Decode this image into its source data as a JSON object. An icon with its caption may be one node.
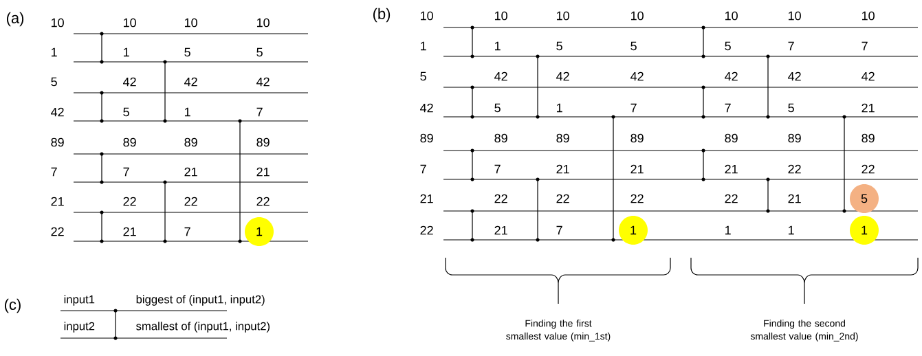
{
  "diagram": {
    "nodes": [
      {
        "text": [
          "1"
        ]
      },
      {
        "text": [
          "5"
        ]
      },
      {
        "text": [
          "1"
        ]
      },
      {
        "text": [
          "1"
        ]
      }
    ],
    "labels": [
      "(a)",
      "10",
      "10",
      "10",
      "10",
      "1",
      "1",
      "5",
      "5",
      "5",
      "42",
      "42",
      "42",
      "42",
      "5",
      "1",
      "7",
      "89",
      "89",
      "89",
      "89",
      "7",
      "7",
      "21",
      "21",
      "21",
      "22",
      "22",
      "22",
      "22",
      "21",
      "7",
      "(b)",
      "10",
      "10",
      "10",
      "10",
      "10",
      "10",
      "10",
      "1",
      "1",
      "5",
      "5",
      "5",
      "7",
      "7",
      "5",
      "42",
      "42",
      "42",
      "42",
      "42",
      "42",
      "42",
      "5",
      "1",
      "7",
      "7",
      "5",
      "21",
      "89",
      "89",
      "89",
      "89",
      "89",
      "89",
      "89",
      "7",
      "7",
      "21",
      "21",
      "21",
      "22",
      "22",
      "21",
      "22",
      "22",
      "22",
      "22",
      "21",
      "22",
      "21",
      "7",
      "1",
      "1",
      "Finding the first smallest value (min_1st)",
      "Finding the second smallest value (min_2nd)",
      "(c)",
      "input1",
      "biggest of (input1, input2)",
      "input2",
      "smallest of (input1, input2)"
    ]
  }
}
